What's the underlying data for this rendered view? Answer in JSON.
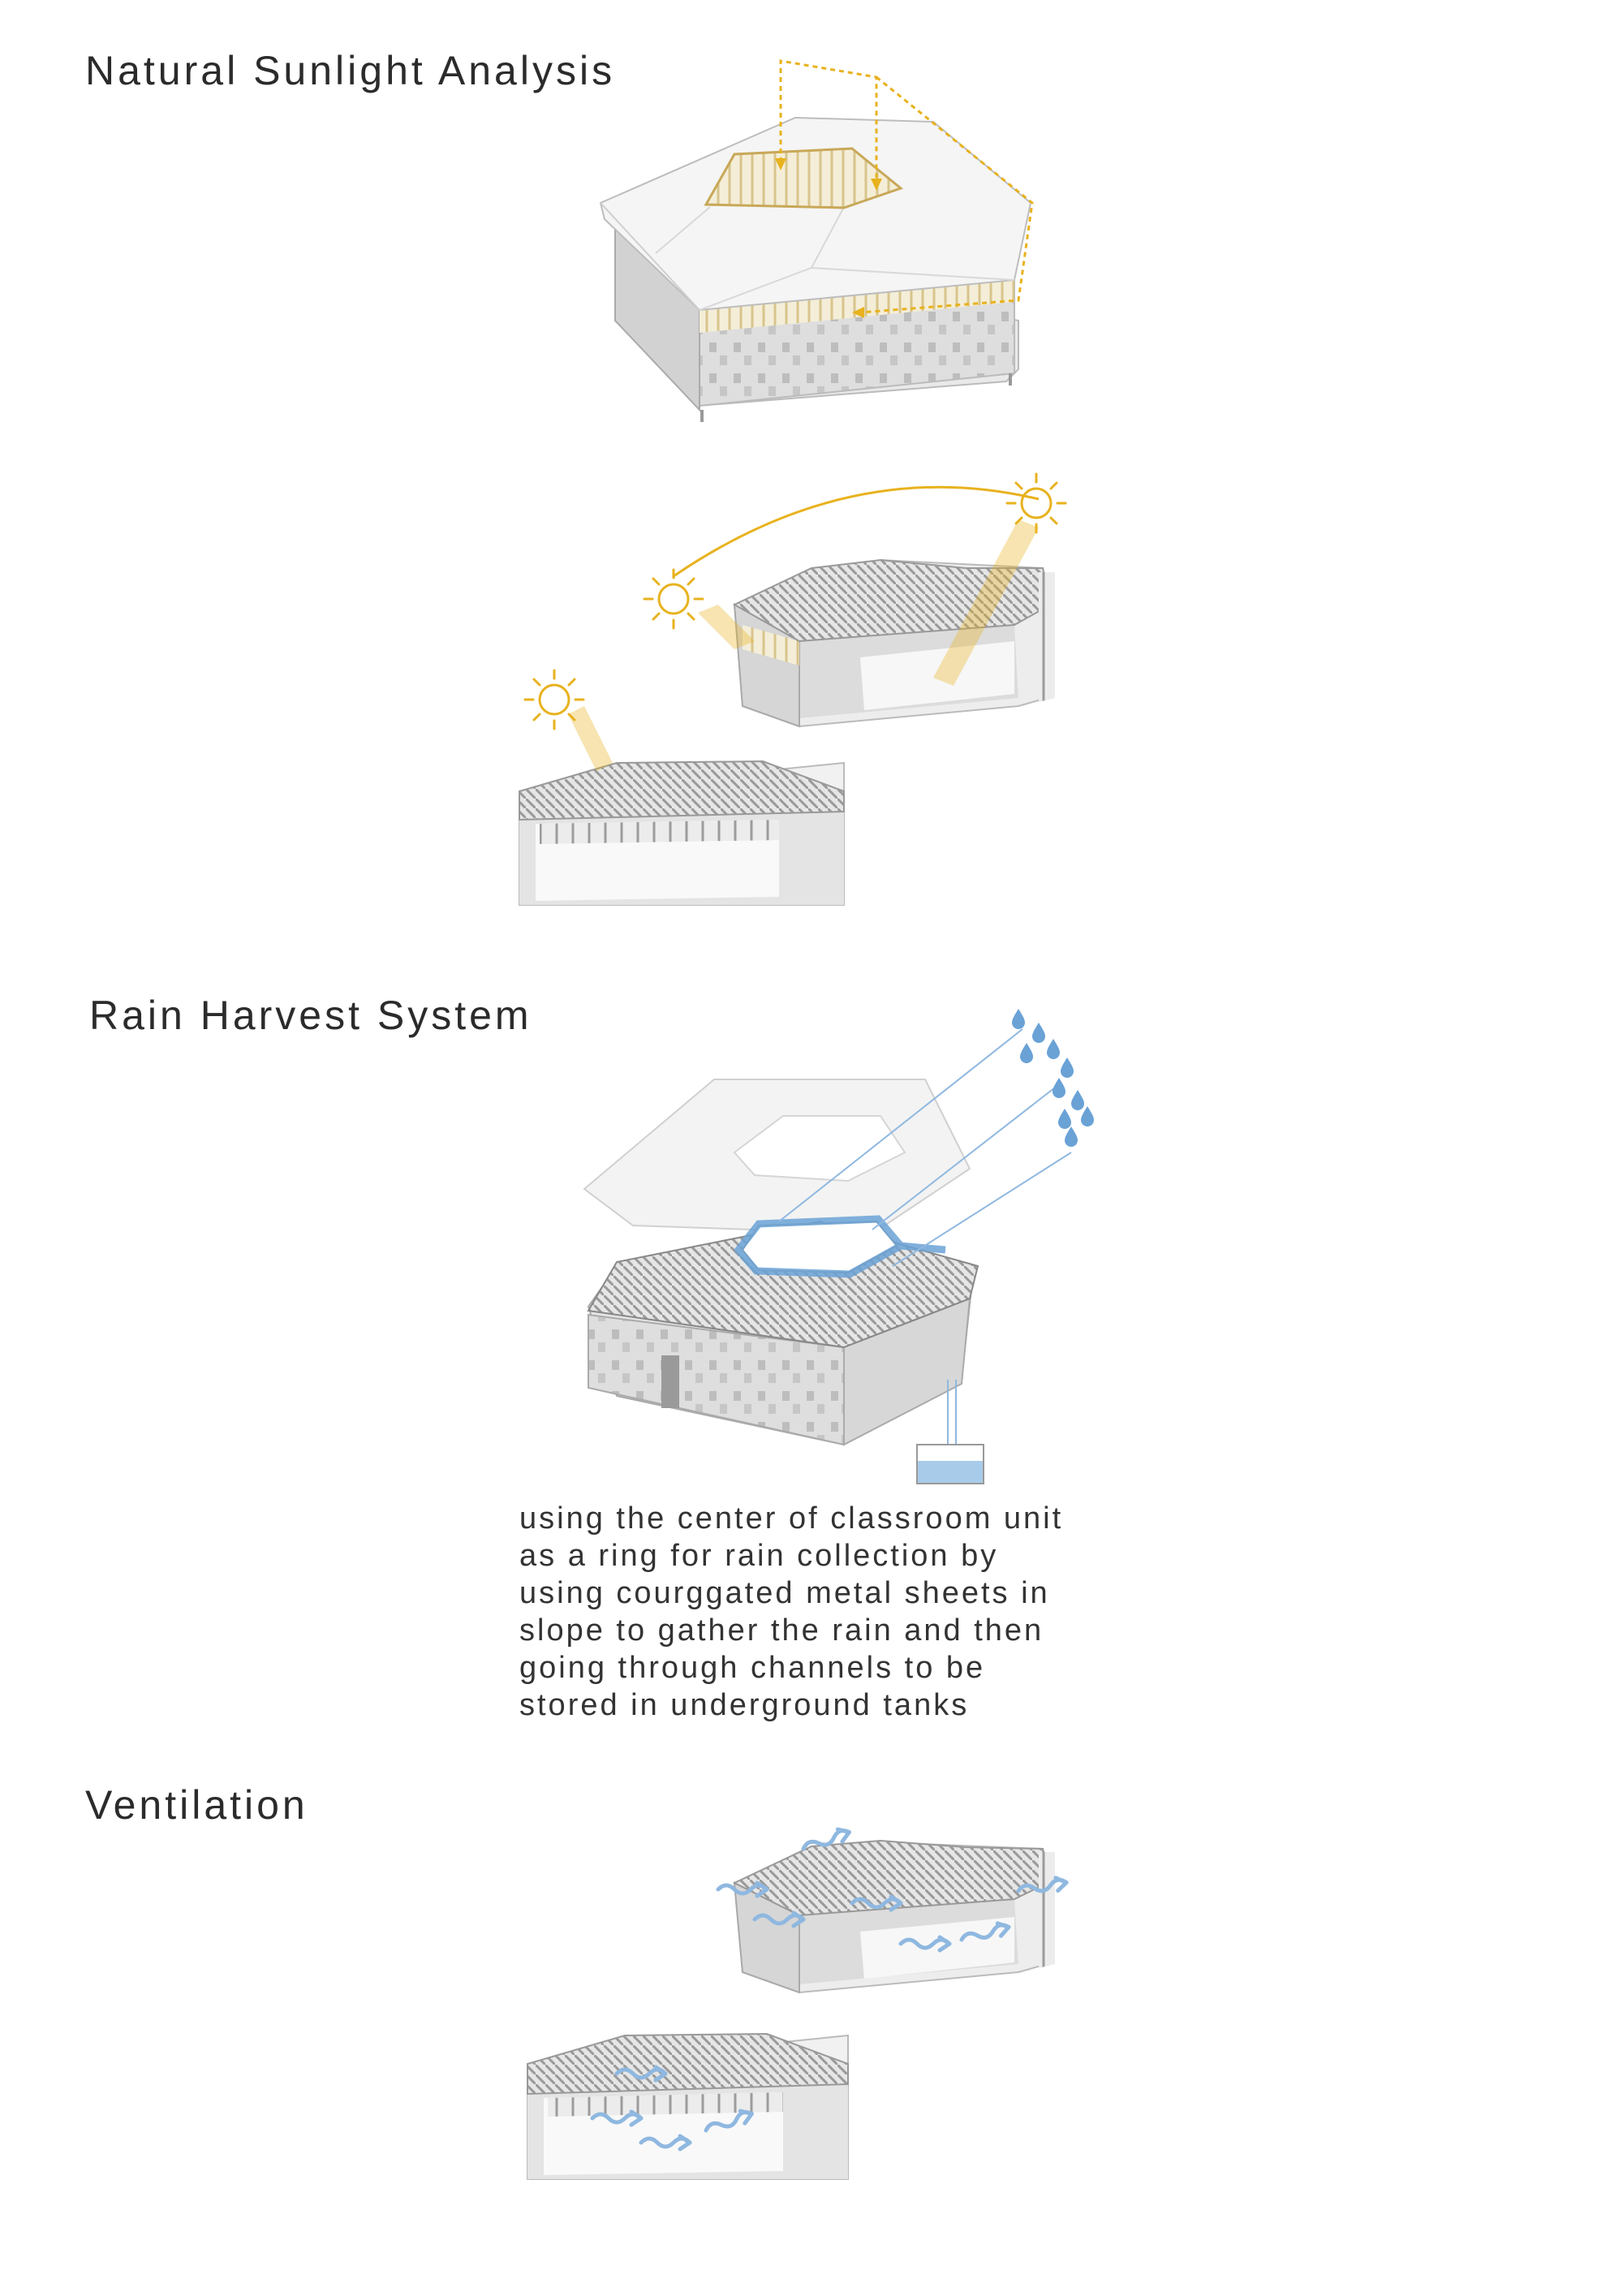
{
  "sections": {
    "sunlight": {
      "title": "Natural Sunlight Analysis"
    },
    "rain": {
      "title": "Rain Harvest System",
      "description": "using the center of classroom unit\nas a ring for rain collection by\nusing courggated metal sheets in\nslope to gather the rain and then\ngoing through channels to be\nstored in underground tanks"
    },
    "ventilation": {
      "title": "Ventilation"
    }
  },
  "colors": {
    "sun": "#e8b21e",
    "water": "#6aa2d6",
    "model_light": "#f2f2f2",
    "model_shade": "#cfcfcf",
    "model_dark": "#8a8a8a"
  },
  "icons": [
    "sun-icon",
    "raindrop-icon",
    "airflow-arrow-icon",
    "light-path-arrow-icon"
  ]
}
